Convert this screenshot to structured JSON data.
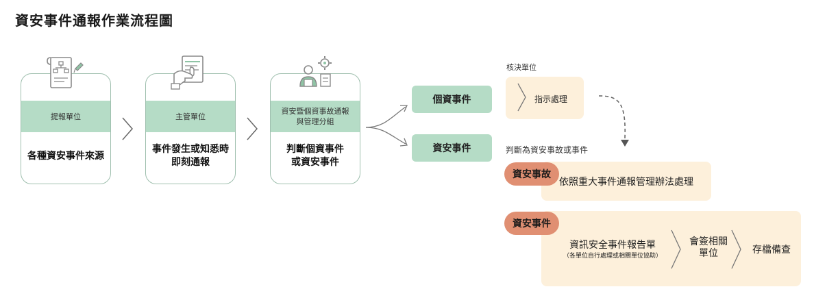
{
  "title": "資安事件通報作業流程圖",
  "steps": [
    {
      "band": "提報單位",
      "main": "各種資安事件來源"
    },
    {
      "band": "主管單位",
      "main": "事件發生或知悉時即刻通報"
    },
    {
      "band": "資安暨個資事故通報與管理分組",
      "main": "判斷個資事件或資安事件"
    }
  ],
  "events": {
    "personal": "個資事件",
    "security": "資安事件"
  },
  "approval": {
    "label": "核決單位",
    "action": "指示處理"
  },
  "judge_label": "判斷為資安事故或事件",
  "incident": {
    "tag": "資安事故",
    "text": "依照重大事件通報管理辦法處理"
  },
  "event_flow": {
    "tag": "資安事件",
    "report": "資訊安全事件報告單",
    "report_note": "（各單位自行處理或相關單位協助）",
    "sign_line1": "會簽相關",
    "sign_line2": "單位",
    "archive": "存檔備查"
  },
  "colors": {
    "green": "#b5dcc6",
    "green_border": "#9fbfae",
    "cream": "#fdf0db",
    "salmon": "#e08f72",
    "icon": "#8a8a8a",
    "icon_accent": "#8fc4a5"
  }
}
